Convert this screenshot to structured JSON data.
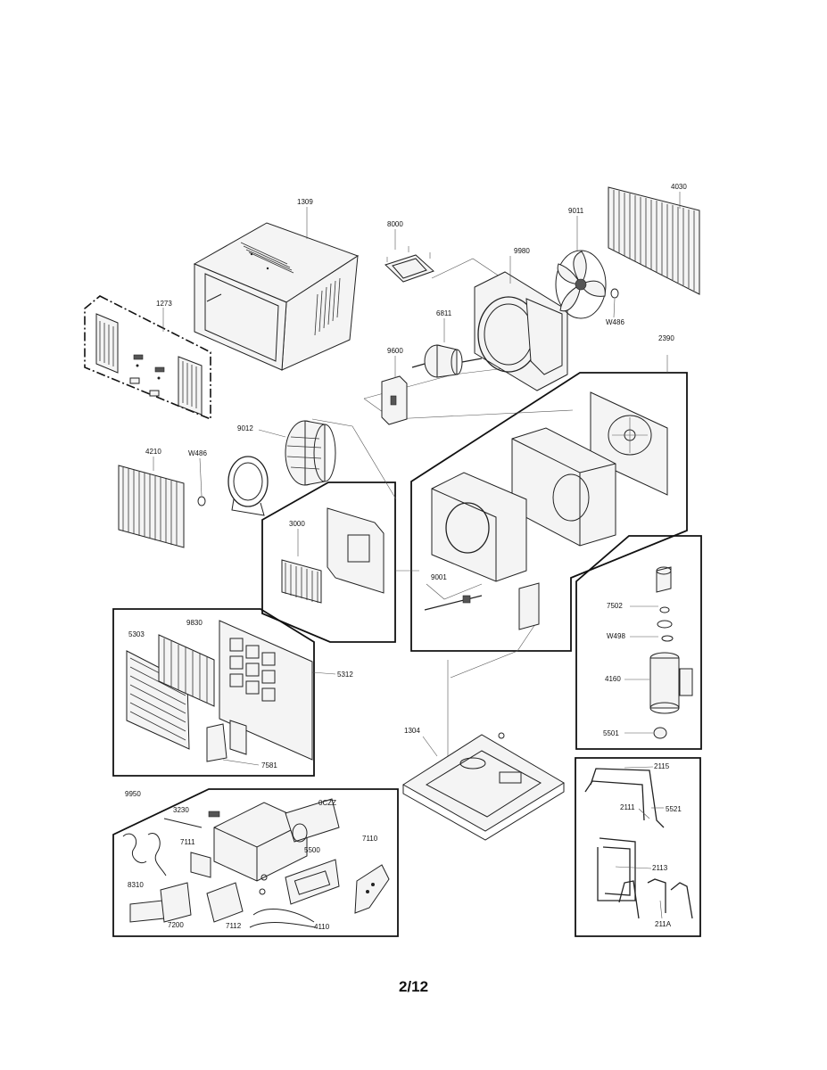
{
  "page": {
    "number": "2/12"
  },
  "parts": [
    {
      "id": "p1309",
      "label": "1309"
    },
    {
      "id": "p8000",
      "label": "8000"
    },
    {
      "id": "p9980",
      "label": "9980"
    },
    {
      "id": "p9011",
      "label": "9011"
    },
    {
      "id": "p4030",
      "label": "4030"
    },
    {
      "id": "p1273",
      "label": "1273"
    },
    {
      "id": "p6811",
      "label": "6811"
    },
    {
      "id": "pW486a",
      "label": "W486"
    },
    {
      "id": "p2390",
      "label": "2390"
    },
    {
      "id": "p9600",
      "label": "9600"
    },
    {
      "id": "p9012",
      "label": "9012"
    },
    {
      "id": "p4210",
      "label": "4210"
    },
    {
      "id": "pW486b",
      "label": "W486"
    },
    {
      "id": "p3000",
      "label": "3000"
    },
    {
      "id": "p9001",
      "label": "9001"
    },
    {
      "id": "p7502",
      "label": "7502"
    },
    {
      "id": "pW498",
      "label": "W498"
    },
    {
      "id": "p5303",
      "label": "5303"
    },
    {
      "id": "p9830",
      "label": "9830"
    },
    {
      "id": "p5312",
      "label": "5312"
    },
    {
      "id": "p4160",
      "label": "4160"
    },
    {
      "id": "p5501",
      "label": "5501"
    },
    {
      "id": "p7581",
      "label": "7581"
    },
    {
      "id": "p1304",
      "label": "1304"
    },
    {
      "id": "p2115",
      "label": "2115"
    },
    {
      "id": "p9950",
      "label": "9950"
    },
    {
      "id": "p0CZZ",
      "label": "0CZZ"
    },
    {
      "id": "p3230",
      "label": "3230"
    },
    {
      "id": "p2111",
      "label": "2111"
    },
    {
      "id": "p5521",
      "label": "5521"
    },
    {
      "id": "p7110",
      "label": "7110"
    },
    {
      "id": "p7111",
      "label": "7111"
    },
    {
      "id": "p5500",
      "label": "5500"
    },
    {
      "id": "p2113",
      "label": "2113"
    },
    {
      "id": "p8310",
      "label": "8310"
    },
    {
      "id": "p7200",
      "label": "7200"
    },
    {
      "id": "p7112",
      "label": "7112"
    },
    {
      "id": "p4110",
      "label": "4110"
    },
    {
      "id": "p211A",
      "label": "211A"
    }
  ]
}
